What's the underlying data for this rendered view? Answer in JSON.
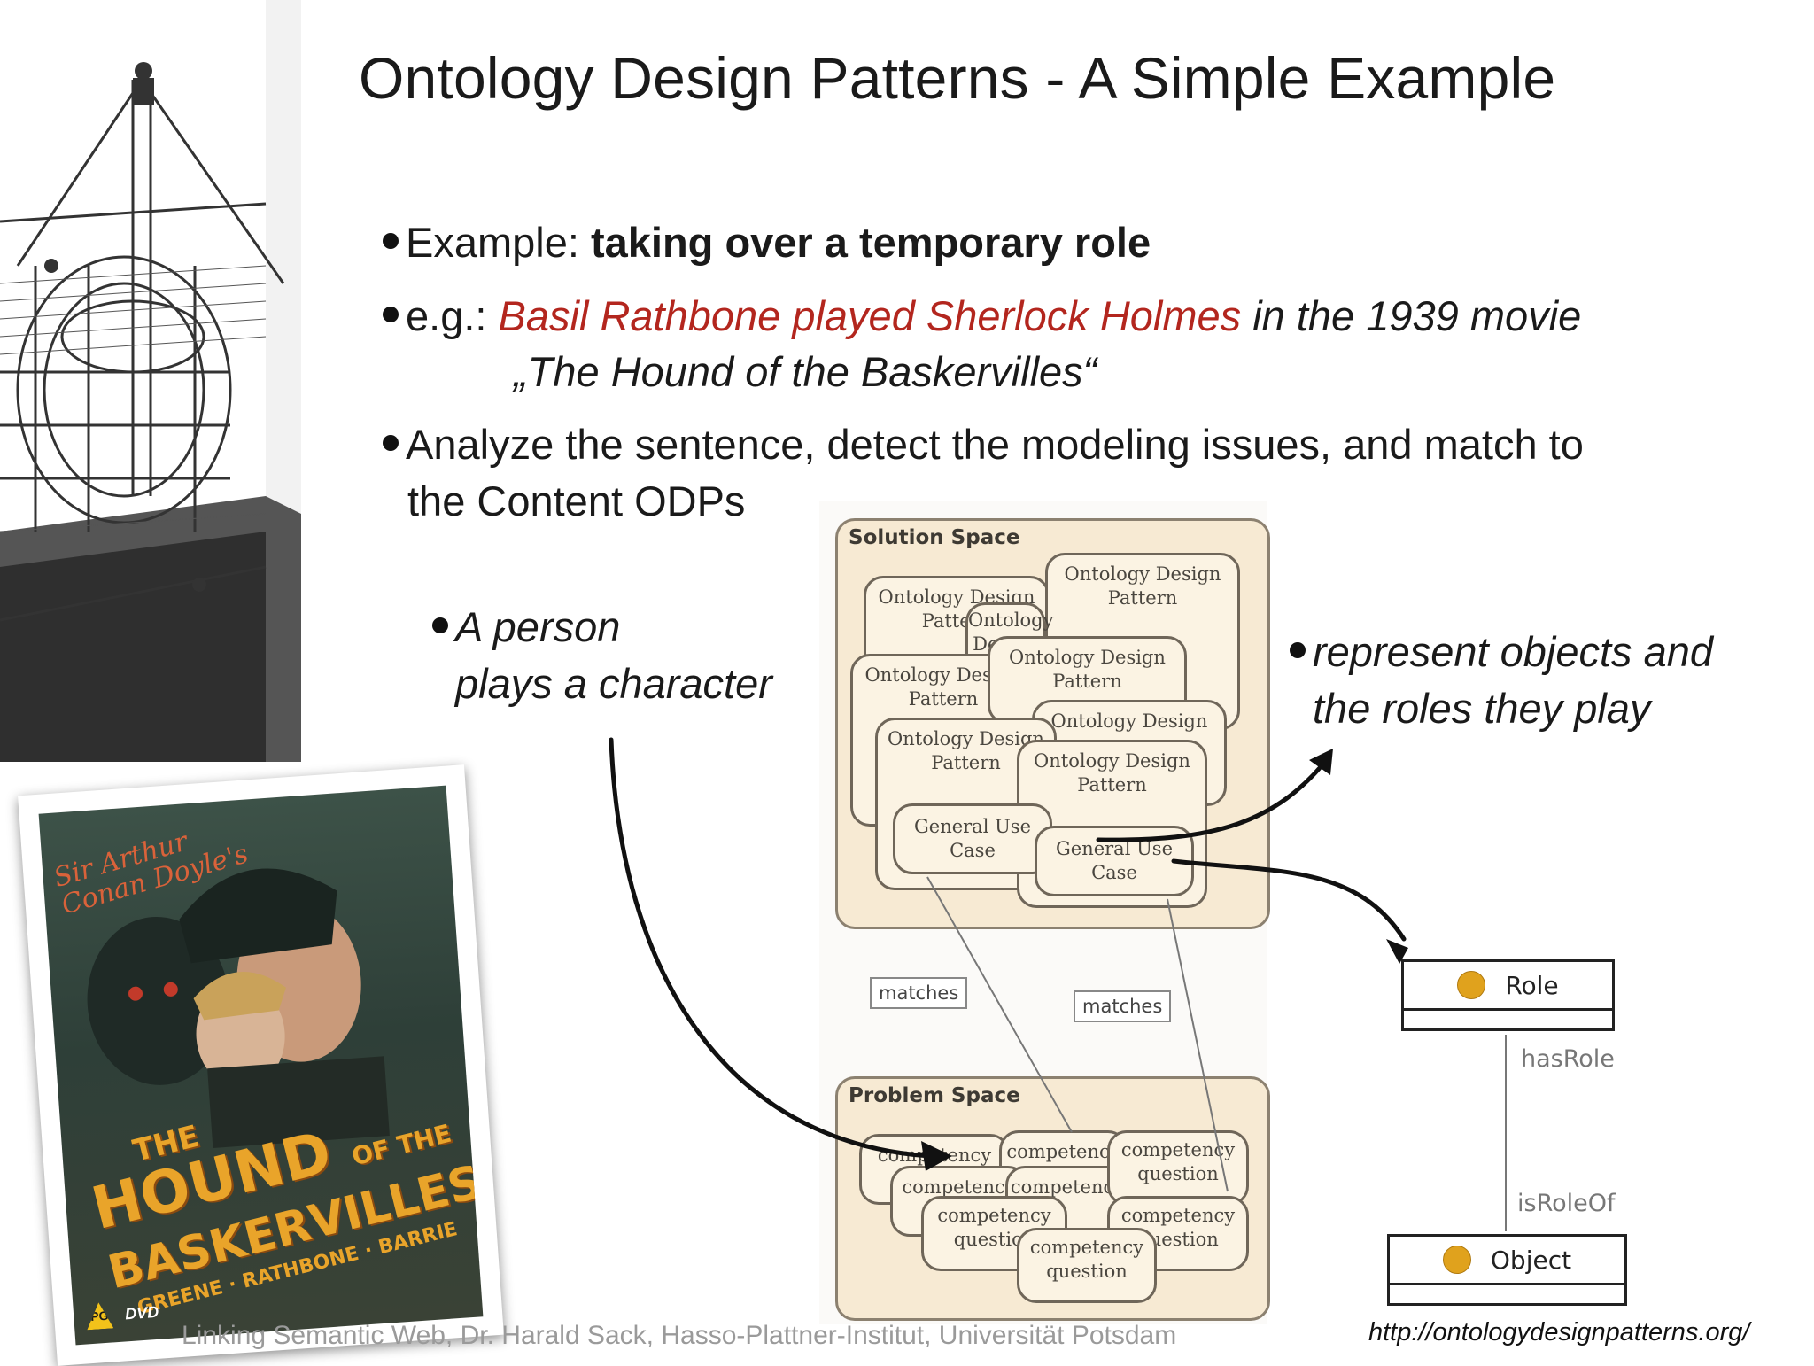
{
  "title": "Ontology Design Patterns - A Simple Example",
  "bullets": {
    "b1_prefix": "Example: ",
    "b1_bold": "taking over a temporary role",
    "b2_prefix": "e.g.: ",
    "b2_red": "Basil Rathbone played Sherlock Holmes",
    "b2_rest": " in the 1939 movie",
    "b2_line2": "„The Hound of the Baskervilles“",
    "b3_line1": "Analyze the sentence, detect the modeling issues, and match to",
    "b3_line2": "the Content ODPs"
  },
  "annotations": {
    "left_line1": "A person",
    "left_line2": "plays a character",
    "right_line1": "represent objects and",
    "right_line2": "the roles they play"
  },
  "poster": {
    "author_line1": "Sir Arthur",
    "author_line2": "Conan Doyle's",
    "title_the": "THE",
    "title_hound": "HOUND",
    "title_of_the": "OF THE",
    "title_baskervilles": "BASKERVILLES",
    "cast": "GREENE · RATHBONE · BARRIE",
    "rating": "PG",
    "format": "DVD"
  },
  "diagram": {
    "solution_title": "Solution Space",
    "problem_title": "Problem Space",
    "odp_line1": "Ontology Design",
    "odp_line2": "Pattern",
    "use_case_line1": "General Use",
    "use_case_line2": "Case",
    "cq_line1": "competency",
    "cq_line2": "question",
    "matches_left": "matches",
    "matches_right": "matches"
  },
  "uml": {
    "role": "Role",
    "object": "Object",
    "has_role": "hasRole",
    "is_role_of": "isRoleOf"
  },
  "footer": "Linking Semantic Web, Dr. Harald Sack, Hasso-Plattner-Institut, Universität Potsdam",
  "url": "http://ontologydesignpatterns.org/"
}
